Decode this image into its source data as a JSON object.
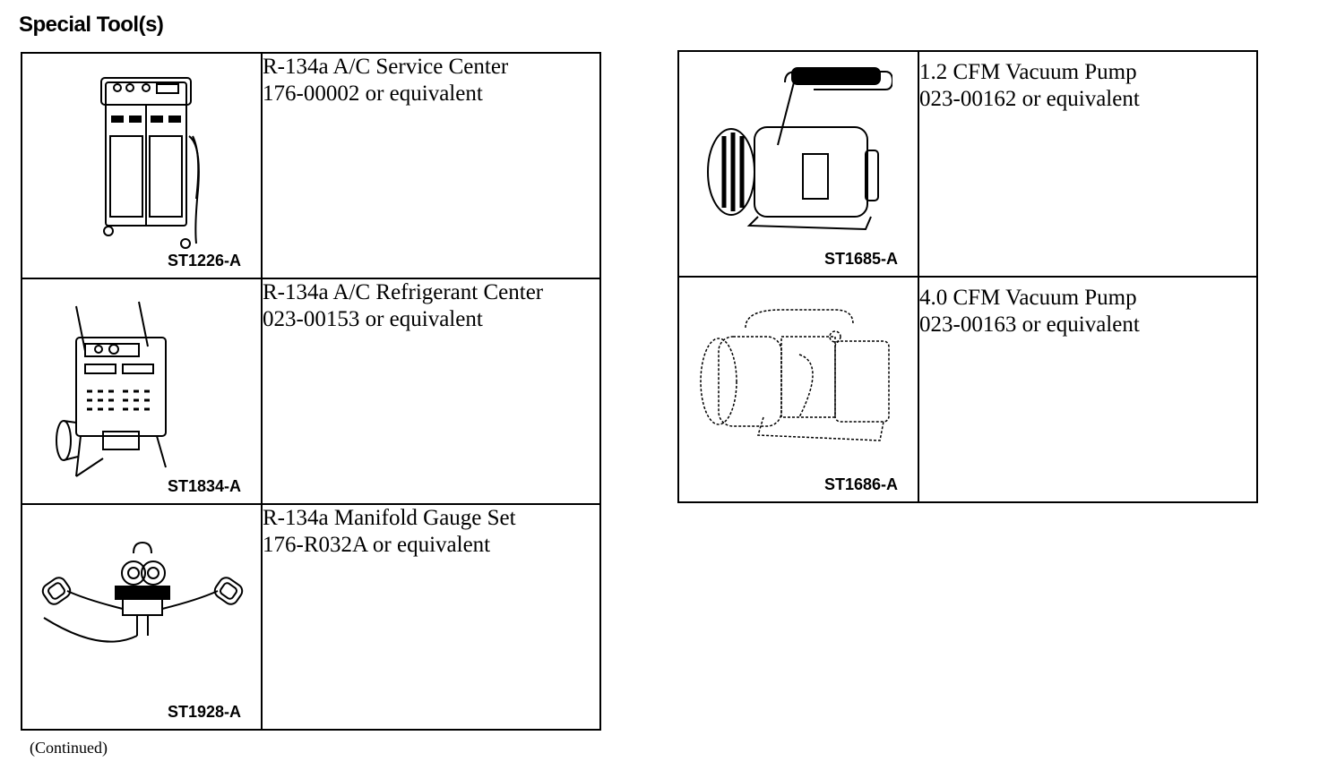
{
  "title": "Special Tool(s)",
  "left_tools": [
    {
      "name": "R-134a A/C Service Center",
      "part": "176-00002 or equivalent",
      "figure": "ST1226-A",
      "icon": "service-center-icon"
    },
    {
      "name": "R-134a A/C Refrigerant Center",
      "part": "023-00153 or equivalent",
      "figure": "ST1834-A",
      "icon": "refrigerant-center-icon"
    },
    {
      "name": "R-134a Manifold Gauge Set",
      "part": "176-R032A or equivalent",
      "figure": "ST1928-A",
      "icon": "manifold-gauge-icon"
    }
  ],
  "right_tools": [
    {
      "name": "1.2 CFM Vacuum Pump",
      "part": "023-00162 or equivalent",
      "figure": "ST1685-A",
      "icon": "vacuum-pump-icon"
    },
    {
      "name": "4.0 CFM Vacuum Pump",
      "part": "023-00163 or equivalent",
      "figure": "ST1686-A",
      "icon": "vacuum-pump-large-icon"
    }
  ],
  "footer": "(Continued)"
}
